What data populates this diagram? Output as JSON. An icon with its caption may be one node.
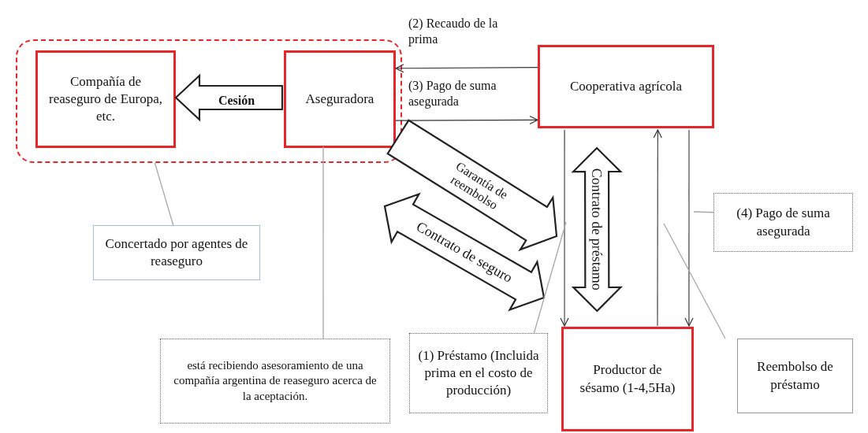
{
  "diagram": {
    "nodes": [
      {
        "text": [],
        "shape": "box"
      },
      {
        "text": [
          "Compañía de reaseguro de Europa, etc."
        ],
        "in": 0
      },
      {
        "text": [
          "Aseguradora"
        ],
        "in": 0
      },
      {
        "text": [
          "Cooperativa agrícola"
        ]
      },
      {
        "text": [
          "Productor de sésamo (1-4,5Ha)"
        ]
      },
      {
        "text": [
          "Concertado por agentes de reaseguro"
        ]
      },
      {
        "text": [
          "está recibiendo asesoramiento de una compañía argentina de reaseguro acerca de la aceptación."
        ]
      },
      {
        "text": [
          "(1) Préstamo (Incluida prima en el costo de producción)"
        ]
      },
      {
        "text": [
          "(4) Pago de suma asegurada"
        ]
      },
      {
        "text": [
          "Reembolso de préstamo"
        ]
      }
    ],
    "edges": [
      {
        "from": 2,
        "to": 1,
        "arrow": "to",
        "label": "Cesión",
        "style": "thick"
      },
      {
        "from": 3,
        "to": 2,
        "arrow": "to",
        "label": "(2) Recaudo de la prima"
      },
      {
        "from": 2,
        "to": 3,
        "arrow": "to",
        "label": "(3) Pago de suma asegurada"
      },
      {
        "from": 2,
        "to": 4,
        "arrow": "to",
        "label": "Garantía de reembolso",
        "style": "thick"
      },
      {
        "from": 2,
        "to": 4,
        "arrow": "both",
        "label": "Contrato de seguro",
        "style": "thick"
      },
      {
        "from": 3,
        "to": 4,
        "arrow": "both",
        "label": "Contrato de préstamo",
        "style": "thick"
      },
      {
        "from": 3,
        "to": 4,
        "arrow": "to"
      },
      {
        "from": 4,
        "to": 3,
        "arrow": "to"
      },
      {
        "from": 3,
        "to": 4,
        "arrow": "to"
      },
      {
        "from": 5,
        "to": 0,
        "arrow": "none",
        "color": "#a8a8a8"
      },
      {
        "from": 6,
        "to": 2,
        "arrow": "none",
        "color": "#a8a8a8"
      },
      {
        "from": 7,
        "to": null,
        "arrow": "none",
        "color": "#a8a8a8"
      },
      {
        "from": 9,
        "to": null,
        "arrow": "none",
        "color": "#a8a8a8"
      },
      {
        "from": 8,
        "to": null,
        "arrow": "none",
        "color": "#a8a8a8"
      }
    ]
  }
}
